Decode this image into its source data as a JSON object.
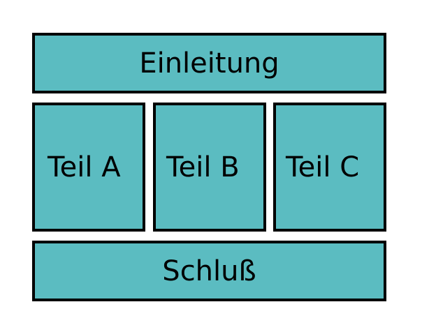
{
  "diagram": {
    "box_color": "#5bbcc1",
    "border_color": "#000000",
    "header": {
      "label": "Einleitung"
    },
    "parts": [
      {
        "label": "Teil A"
      },
      {
        "label": "Teil B"
      },
      {
        "label": "Teil C"
      }
    ],
    "footer": {
      "label": "Schluß"
    }
  }
}
